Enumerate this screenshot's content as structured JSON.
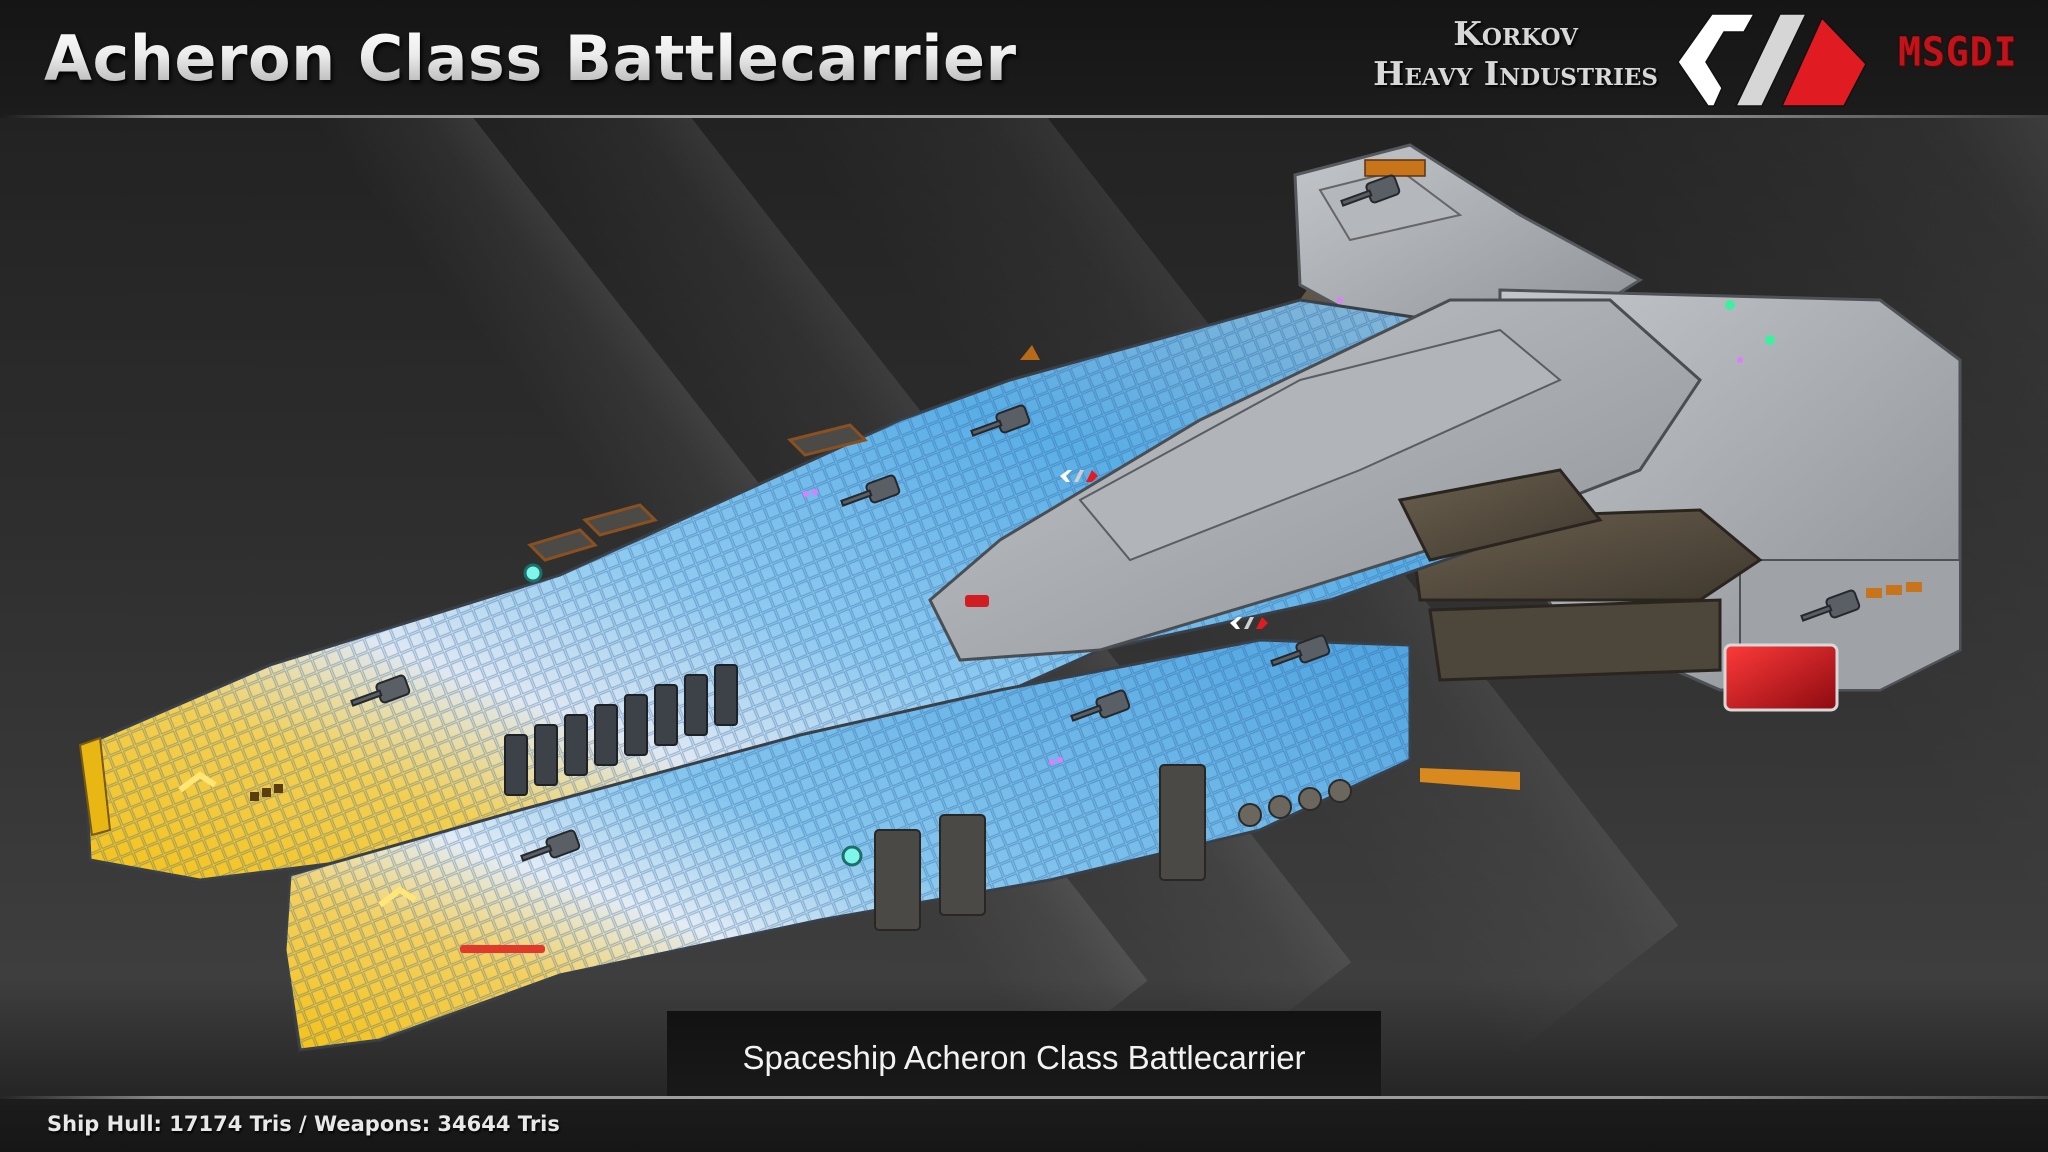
{
  "header": {
    "title": "Acheron Class Battlecarrier",
    "company": {
      "line1": "Korkov",
      "line2": "Heavy Industries"
    },
    "logo_icon": "korkov-heavy-industries-logo",
    "brand_badge": "MSGDI"
  },
  "ship": {
    "name": "Acheron Class Battlecarrier",
    "render": "3d-spaceship-render",
    "colors": {
      "bow_yellow": "#f2c21c",
      "hull_blue": "#6fb8ea",
      "hull_grey": "#a9adb2",
      "armor_bronze": "#5e5546",
      "accent_red": "#e11b22",
      "window_red": "#d0141c",
      "light_teal": "#5ff0e0",
      "light_magenta": "#e070ff"
    }
  },
  "caption": {
    "text": "Spaceship Acheron Class Battlecarrier"
  },
  "footer": {
    "stats": "Ship Hull: 17174 Tris / Weapons: 34644 Tris",
    "hull_tris": 17174,
    "weapons_tris": 34644
  },
  "palette": {
    "background": "#2e2e2e",
    "header_bg": "#181818",
    "title_text": "#e6e6e6",
    "logo_white": "#ffffff",
    "logo_grey": "#d6d6d6",
    "logo_red": "#e11b22",
    "msgdi_red": "#c0141a"
  }
}
